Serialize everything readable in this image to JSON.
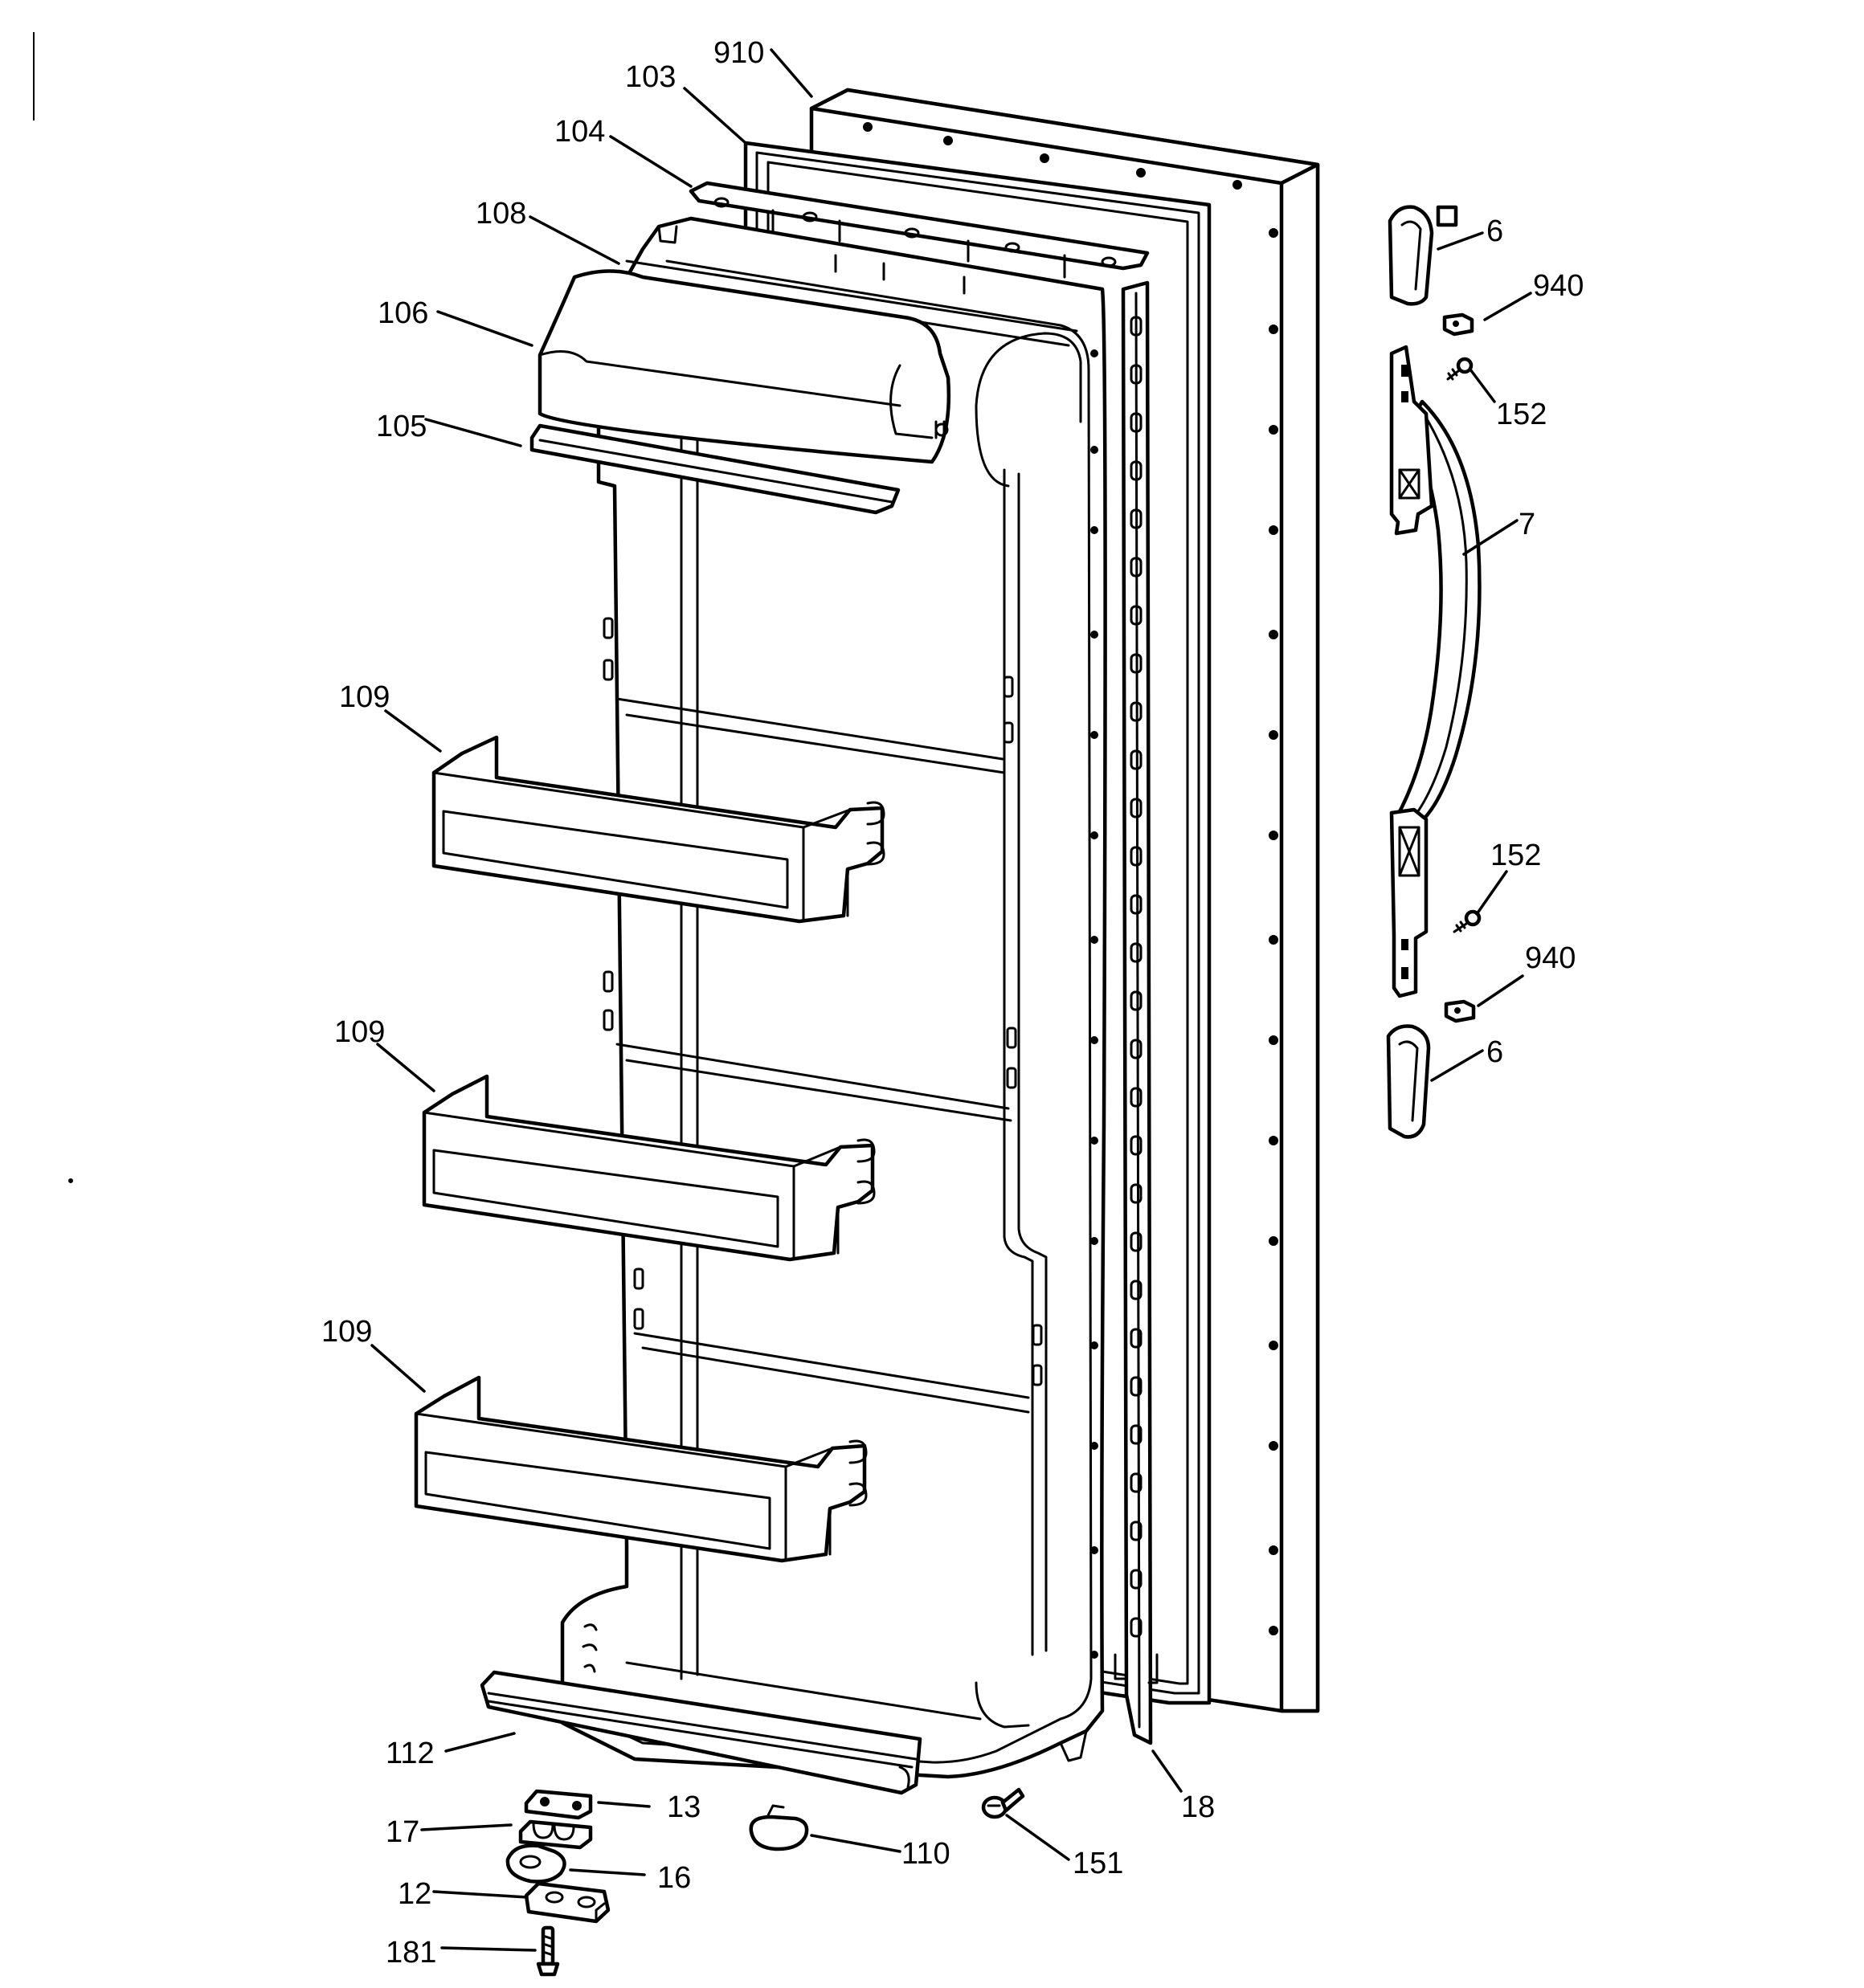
{
  "diagram": {
    "type": "exploded-parts-view",
    "callouts": [
      {
        "id": "910-top",
        "label": "910"
      },
      {
        "id": "103",
        "label": "103"
      },
      {
        "id": "104",
        "label": "104"
      },
      {
        "id": "108",
        "label": "108"
      },
      {
        "id": "106",
        "label": "106"
      },
      {
        "id": "105",
        "label": "105"
      },
      {
        "id": "109-a",
        "label": "109"
      },
      {
        "id": "109-b",
        "label": "109"
      },
      {
        "id": "109-c",
        "label": "109"
      },
      {
        "id": "112",
        "label": "112"
      },
      {
        "id": "13",
        "label": "13"
      },
      {
        "id": "17",
        "label": "17"
      },
      {
        "id": "16",
        "label": "16"
      },
      {
        "id": "12",
        "label": "12"
      },
      {
        "id": "181",
        "label": "181"
      },
      {
        "id": "110",
        "label": "110"
      },
      {
        "id": "151",
        "label": "151"
      },
      {
        "id": "18",
        "label": "18"
      },
      {
        "id": "6-top",
        "label": "6"
      },
      {
        "id": "940-top",
        "label": "940"
      },
      {
        "id": "152-top",
        "label": "152"
      },
      {
        "id": "7",
        "label": "7"
      },
      {
        "id": "152-bottom",
        "label": "152"
      },
      {
        "id": "940-bottom",
        "label": "940"
      },
      {
        "id": "6-bottom",
        "label": "6"
      }
    ]
  }
}
